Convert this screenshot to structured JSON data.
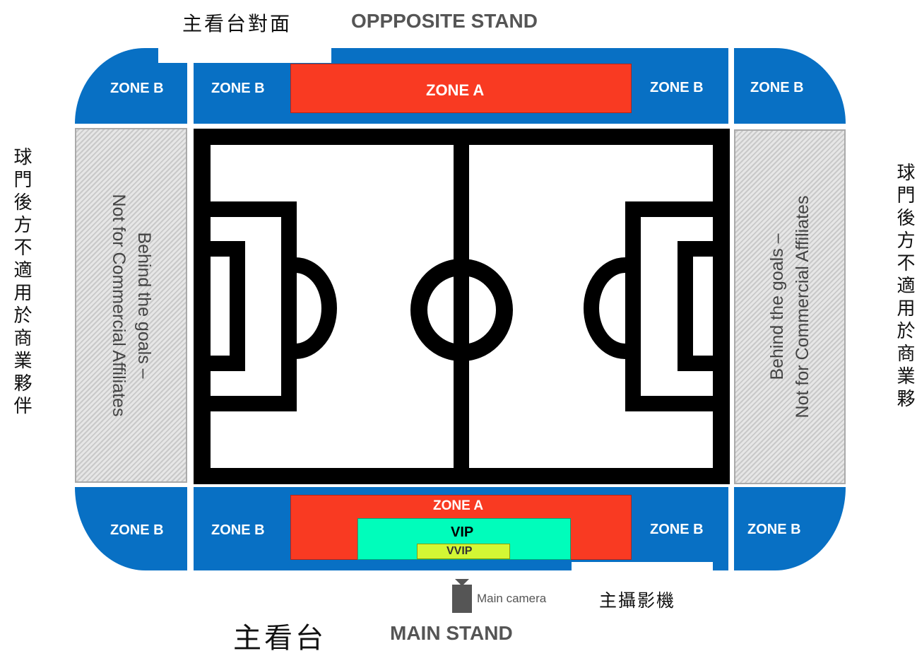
{
  "colors": {
    "zone_b": "#0870C4",
    "zone_a": "#F93A22",
    "vip": "#00FDBB",
    "vvip": "#D3F734",
    "pitch_line": "#000000",
    "behind_goal_hatch": "#C9C9C9"
  },
  "top": {
    "title_zh": "主看台對面",
    "title_en": "OPPPOSITE STAND"
  },
  "bottom": {
    "title_zh": "主看台",
    "title_en": "MAIN STAND",
    "camera_icon": "camera-icon",
    "camera_label": "Main camera",
    "camera_label_zh": "主攝影機"
  },
  "sides": {
    "left_zh": "球門後方不適用於商業夥伴",
    "right_zh": "球門後方不適用於商業夥",
    "behind_goals_line1": "Behind the goals –",
    "behind_goals_line2": "Not for Commercial Affiliates"
  },
  "zones": {
    "zone_b": "ZONE B",
    "zone_a": "ZONE A",
    "vip": "VIP",
    "vvip": "VVIP"
  }
}
